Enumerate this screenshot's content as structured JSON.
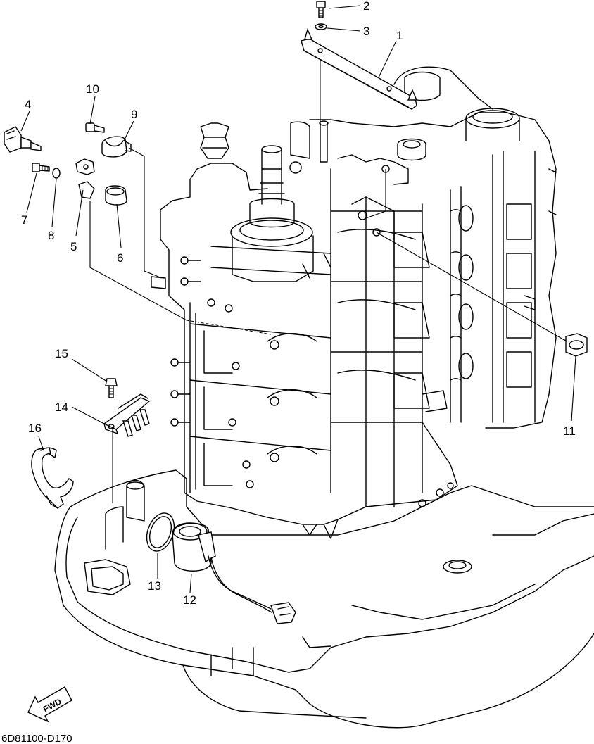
{
  "diagram": {
    "code": "6D81100-D170",
    "direction_marker": "FWD",
    "callouts": [
      "1",
      "2",
      "3",
      "4",
      "5",
      "6",
      "7",
      "8",
      "9",
      "10",
      "11",
      "12",
      "13",
      "14",
      "15",
      "16"
    ]
  }
}
